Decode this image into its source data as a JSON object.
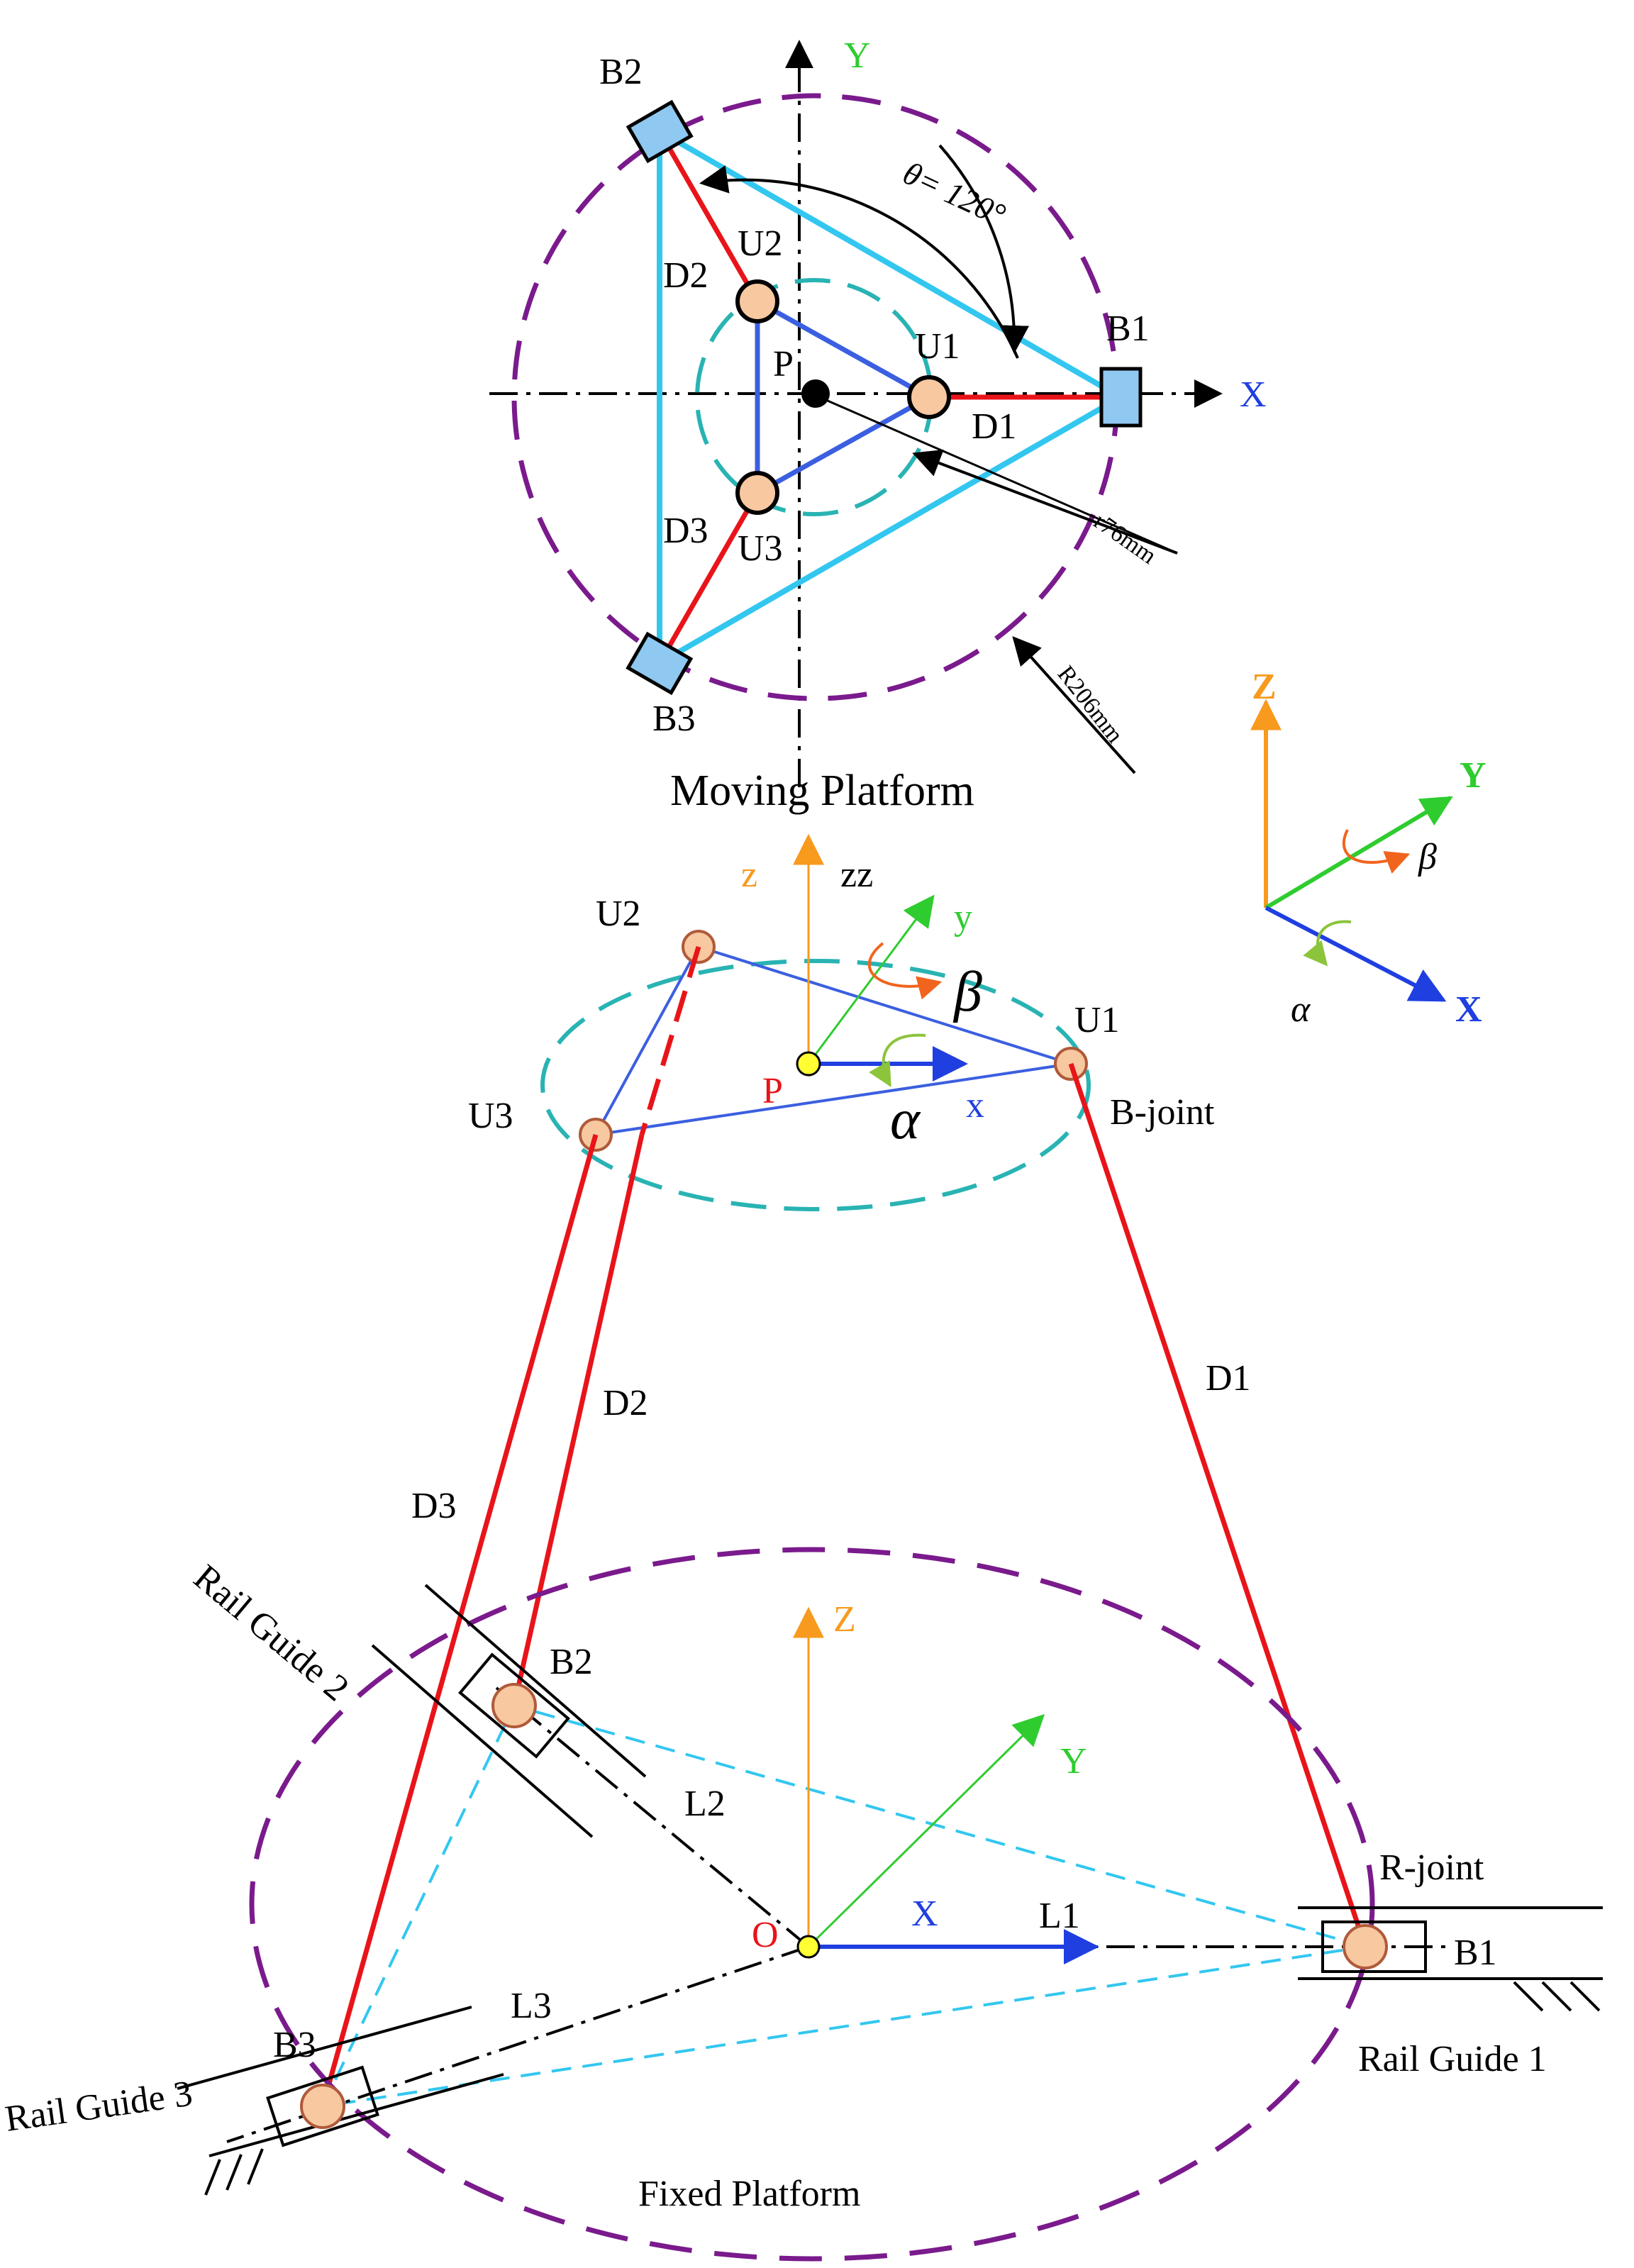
{
  "colors": {
    "purple": "#7a1a8c",
    "teal": "#29b3b3",
    "cyan": "#33c7f0",
    "red": "#e8141a",
    "blue": "#1f3fe0",
    "orange": "#f79a1e",
    "green": "#2fcc2f",
    "joint_fill": "#f8c8a0",
    "block_fill": "#8fc8f0"
  },
  "top_view": {
    "title": "Moving Platform",
    "axis_x": "X",
    "axis_y": "Y",
    "angle_label": "θ= 120°",
    "r_label": "r76mm",
    "R_label": "R206mm",
    "center": "P",
    "B1": "B1",
    "B2": "B2",
    "B3": "B3",
    "U1": "U1",
    "U2": "U2",
    "U3": "U3",
    "D1": "D1",
    "D2": "D2",
    "D3": "D3"
  },
  "frame": {
    "Z": "Z",
    "Y": "Y",
    "X": "X",
    "alpha": "α",
    "beta": "β"
  },
  "moving": {
    "z": "z",
    "zz": "zz",
    "y": "y",
    "x": "x",
    "P": "P",
    "alpha": "α",
    "beta": "β",
    "U1": "U1",
    "U2": "U2",
    "U3": "U3",
    "bjoint": "B-joint"
  },
  "legs": {
    "D1": "D1",
    "D2": "D2",
    "D3": "D3"
  },
  "fixed": {
    "title": "Fixed Platform",
    "Z": "Z",
    "Y": "Y",
    "X": "X",
    "O": "O",
    "L1": "L1",
    "L2": "L2",
    "L3": "L3",
    "B1": "B1",
    "B2": "B2",
    "B3": "B3",
    "rjoint": "R-joint",
    "rail1": "Rail Guide 1",
    "rail2": "Rail Guide 2",
    "rail3": "Rail Guide 3"
  }
}
